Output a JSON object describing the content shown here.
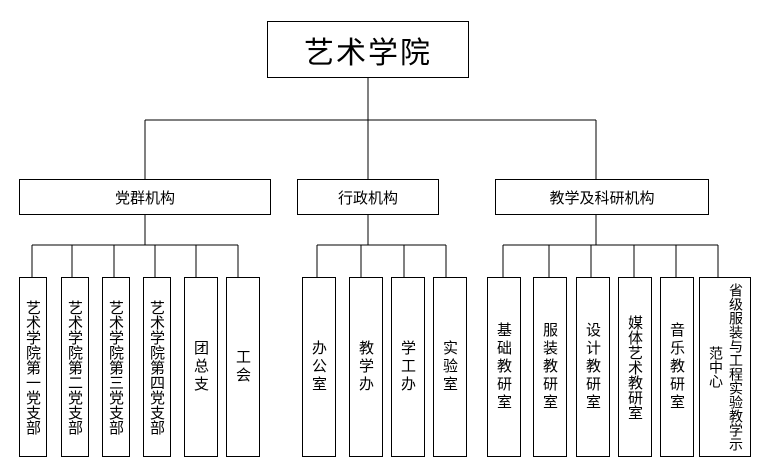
{
  "root": "艺术学院",
  "categories": [
    {
      "label": "党群机构",
      "units": [
        "艺术学院第一党支部",
        "艺术学院第二党支部",
        "艺术学院第三党支部",
        "艺术学院第四党支部",
        "团总支",
        "工会"
      ]
    },
    {
      "label": "行政机构",
      "units": [
        "办公室",
        "教学办",
        "学工办",
        "实验室"
      ]
    },
    {
      "label": "教学及科研机构",
      "units": [
        "基础教研室",
        "服装教研室",
        "设计教研室",
        "媒体艺术教研室",
        "音乐教研室",
        "省级服装与工程实验教学示范中心"
      ]
    }
  ]
}
